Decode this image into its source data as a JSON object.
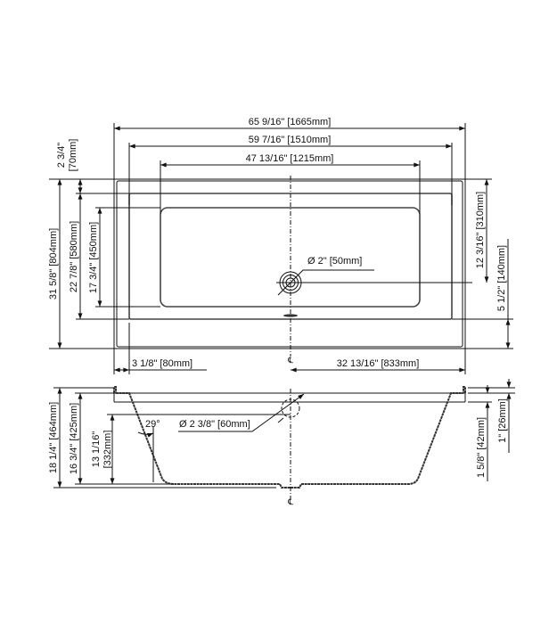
{
  "title": "Bathtub dimension drawing",
  "top_view": {
    "overall_length": "65 9/16\" [1665mm]",
    "rim_length": "59 7/16\" [1510mm]",
    "basin_length": "47 13/16\" [1215mm]",
    "rim_width_side": "2 3/4\"",
    "rim_width_side_mm": "[70mm]",
    "overall_width": "31 5/8\" [804mm]",
    "rim_inner_width": "22 7/8\" [580mm]",
    "basin_width": "17 3/4\" [450mm]",
    "drain_from_top": "12 3/16\" [310mm]",
    "rim_to_edge": "5 1/2\" [140mm]",
    "drain_diameter": "Ø 2\" [50mm]",
    "end_rim": "3 1/8\" [80mm]",
    "drain_to_end": "32 13/16\" [833mm]",
    "centerline": "℄"
  },
  "side_view": {
    "overall_height": "18 1/4\" [464mm]",
    "basin_depth": "16 3/4\" [425mm]",
    "water_depth_in": "13 1/16\"",
    "water_depth_mm": "[332mm]",
    "wall_angle": "29°",
    "overflow_diameter": "Ø 2 3/8\" [60mm]",
    "rim_thickness": "1 5/8\" [42mm]",
    "lip_height": "1\" [26mm]",
    "centerline": "℄"
  }
}
